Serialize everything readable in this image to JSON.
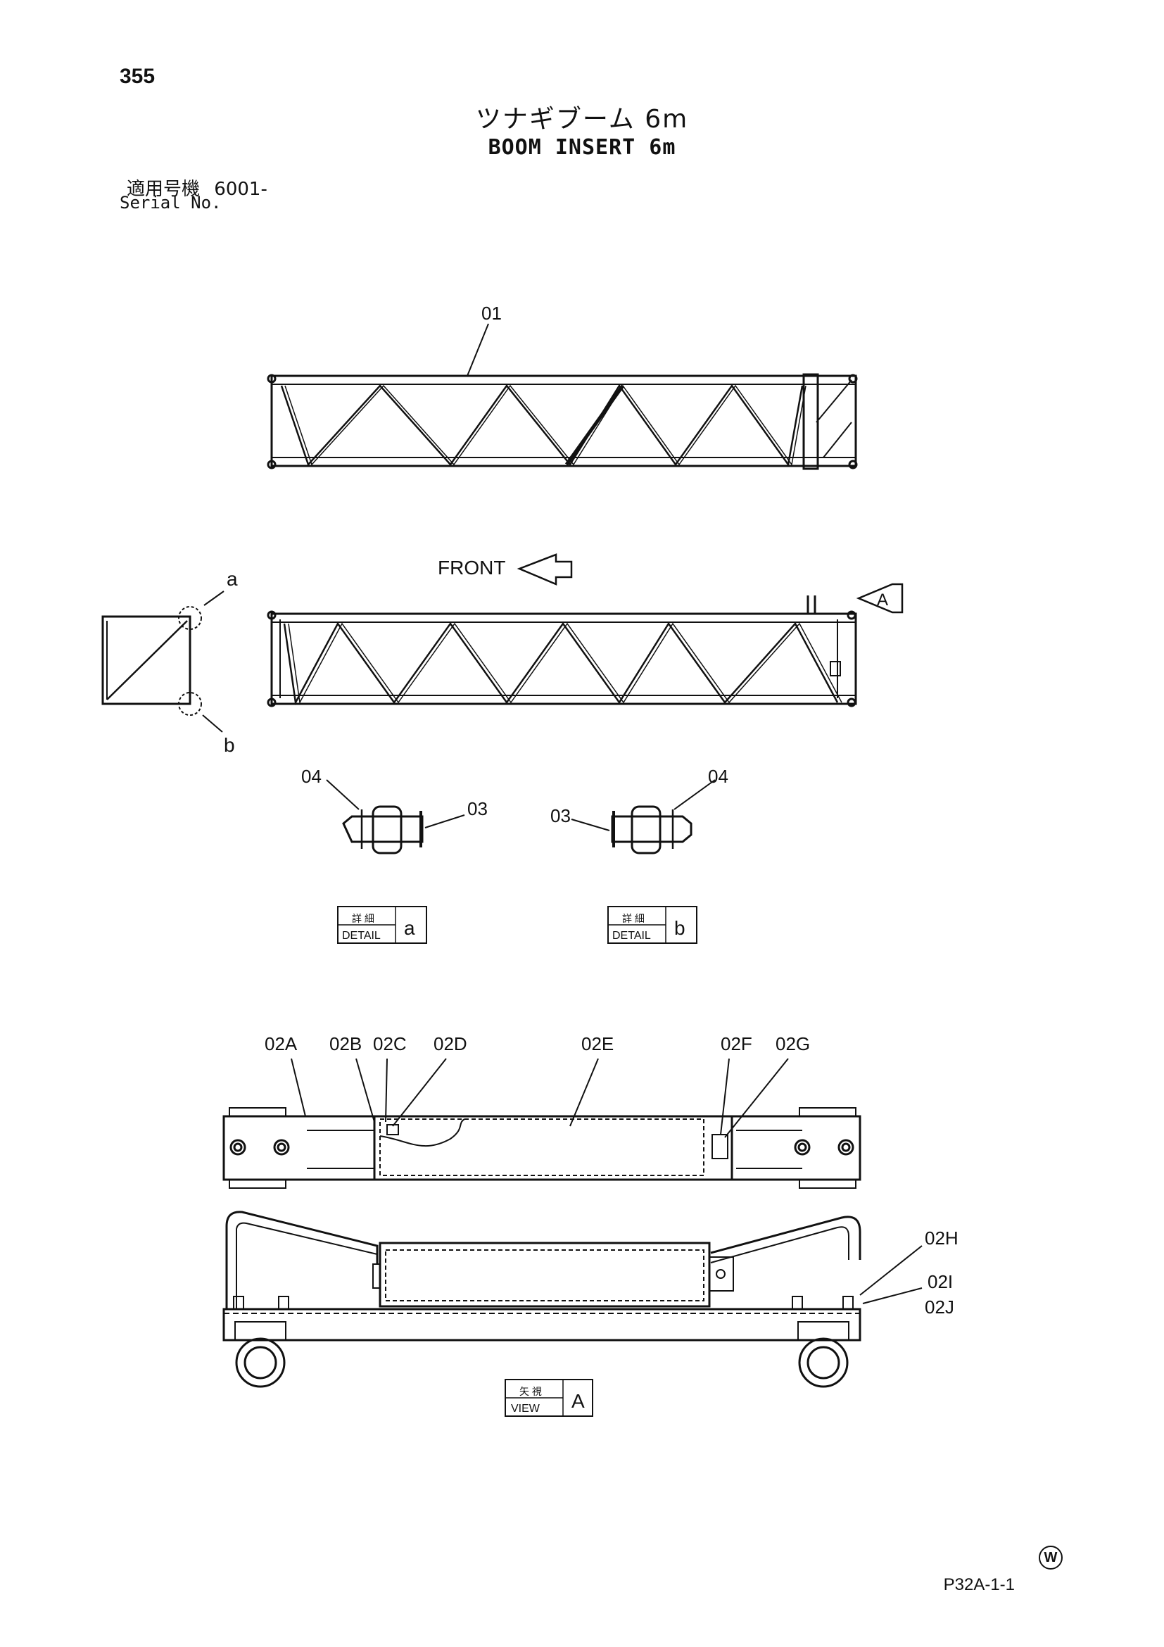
{
  "header": {
    "page_number": "355",
    "title_jp": "ツナギブーム 6m",
    "title_en": "BOOM INSERT 6m",
    "serial_label_jp": "適用号機",
    "serial_value": "6001-",
    "serial_label_en": "Serial No."
  },
  "labels": {
    "front": "FRONT",
    "view_arrow": "A",
    "detail_a_marker": "a",
    "detail_b_marker": "b",
    "callouts_top": [
      "01"
    ],
    "callouts_detail_a": [
      "04",
      "03"
    ],
    "callouts_detail_b": [
      "03",
      "04"
    ],
    "callouts_bottom": [
      "02A",
      "02B",
      "02C",
      "02D",
      "02E",
      "02F",
      "02G"
    ],
    "callouts_right": [
      "02H",
      "02I",
      "02J"
    ]
  },
  "detail_a": {
    "jp": "詳 細",
    "en": "DETAIL",
    "letter": "a"
  },
  "detail_b": {
    "jp": "詳 細",
    "en": "DETAIL",
    "letter": "b"
  },
  "view_a": {
    "jp": "矢 視",
    "en": "VIEW",
    "letter": "A"
  },
  "footer": {
    "code": "P32A-1-1",
    "watermark": "W"
  }
}
